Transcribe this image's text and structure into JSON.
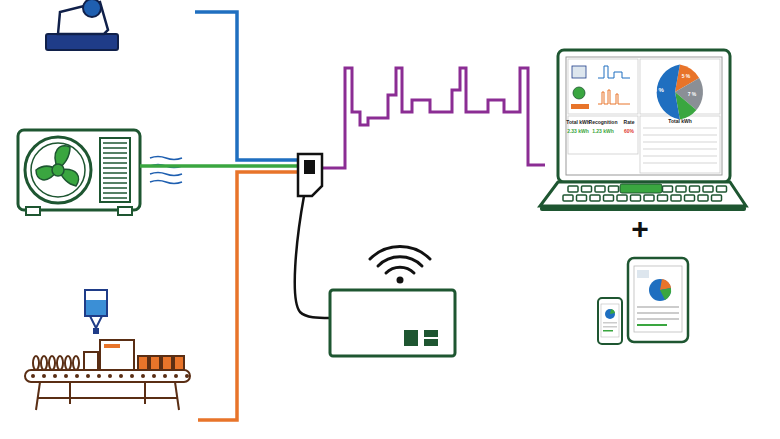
{
  "diagram": {
    "labels": [
      "Total kWh",
      "Recognition",
      "Rate",
      "2.33 kWh",
      "1.23 kWh",
      "60%",
      "Total kWh",
      "53 %",
      "5 %",
      "7 %",
      "+"
    ]
  }
}
